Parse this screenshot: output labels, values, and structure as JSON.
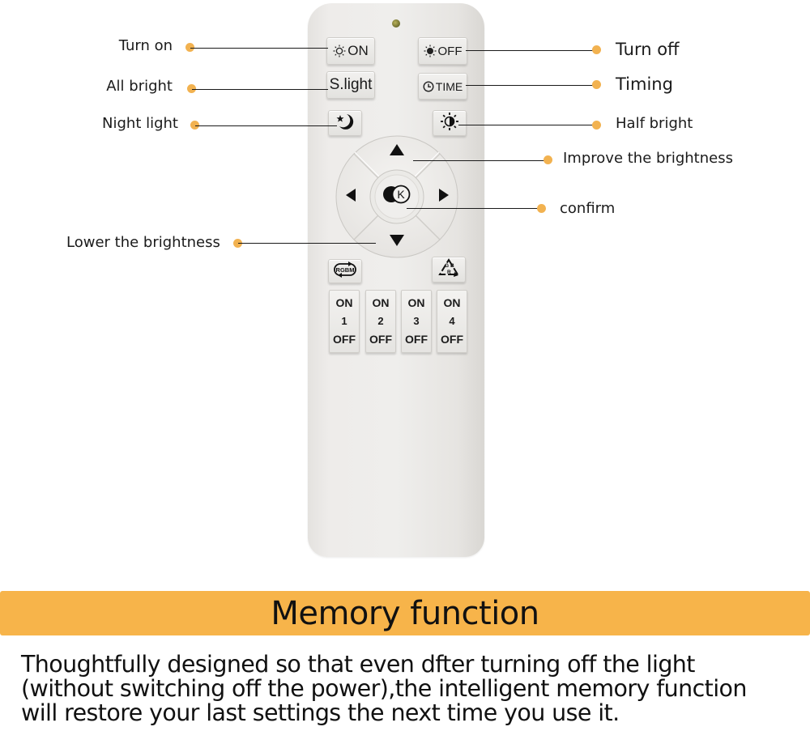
{
  "remote": {
    "buttons": {
      "on": {
        "label": "ON",
        "icon": "sun-outline-icon"
      },
      "off": {
        "label": "OFF",
        "icon": "sun-filled-icon"
      },
      "slight": {
        "label": "S.light"
      },
      "time": {
        "label": "TIME",
        "icon": "clock-icon"
      },
      "night": {
        "icon": "moon-star-icon"
      },
      "half": {
        "icon": "half-sun-icon"
      },
      "dpad": {
        "up": "up-arrow-icon",
        "down": "down-arrow-icon",
        "left": "left-arrow-icon",
        "right": "right-arrow-icon",
        "center": {
          "label": "K",
          "icon": "color-temperature-k-icon"
        }
      },
      "rgbm": {
        "label": "RGBM",
        "icon": "rgbm-cycle-icon"
      },
      "rgb_cycle": {
        "letters": [
          "G",
          "B",
          "R"
        ],
        "icon": "rgb-triangle-cycle-icon"
      },
      "zones": [
        {
          "on": "ON",
          "num": "1",
          "off": "OFF"
        },
        {
          "on": "ON",
          "num": "2",
          "off": "OFF"
        },
        {
          "on": "ON",
          "num": "3",
          "off": "OFF"
        },
        {
          "on": "ON",
          "num": "4",
          "off": "OFF"
        }
      ]
    }
  },
  "callouts": {
    "turn_on": "Turn on",
    "all_bright": "All bright",
    "night_light": "Night light",
    "turn_off": "Turn off",
    "timing": "Timing",
    "half_bright": "Half bright",
    "improve_brightness": "Improve the brightness",
    "confirm": "confirm",
    "lower_brightness": "Lower the brightness"
  },
  "colors": {
    "accent": "#f7b44a",
    "dot": "#f2b250",
    "remote_body": "#eeecea"
  },
  "banner": {
    "title": "Memory function"
  },
  "description": {
    "lines": [
      "Thoughtfully designed so that even dfter turning off the light",
      "(without switching off the power),the intelligent memory function",
      "will restore your last settings the next time you use it."
    ]
  }
}
